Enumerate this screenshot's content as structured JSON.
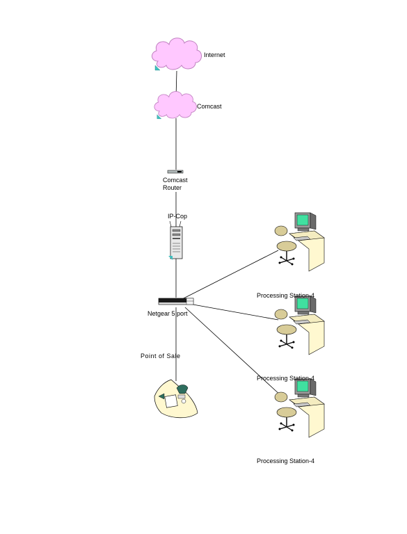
{
  "nodes": {
    "internet": {
      "label": "Internet",
      "icon": "cloud-icon",
      "color": "#ffc8ff"
    },
    "comcast": {
      "label": "Comcast",
      "icon": "cloud-icon",
      "color": "#ffc8ff"
    },
    "comcast_router": {
      "label_line1": "Comcast",
      "label_line2": "Router",
      "icon": "router-icon"
    },
    "ipcop": {
      "label": "IP-Cop",
      "icon": "server-tower-icon"
    },
    "switch": {
      "label": "Netgear 5 port",
      "icon": "network-switch-icon"
    },
    "pos": {
      "label": "Point of Sale",
      "icon": "point-of-sale-desk-icon"
    },
    "stations": [
      {
        "label": "Processing Station-4",
        "icon": "workstation-icon"
      },
      {
        "label": "Processing Station-4",
        "icon": "workstation-icon"
      },
      {
        "label": "Processing Station-4",
        "icon": "workstation-icon"
      }
    ]
  },
  "connections": [
    {
      "from": "Internet",
      "to": "Comcast"
    },
    {
      "from": "Comcast",
      "to": "Comcast Router"
    },
    {
      "from": "Comcast Router",
      "to": "IP-Cop"
    },
    {
      "from": "IP-Cop",
      "to": "Netgear 5 port"
    },
    {
      "from": "Netgear 5 port",
      "to": "Processing Station-4 (1)"
    },
    {
      "from": "Netgear 5 port",
      "to": "Processing Station-4 (2)"
    },
    {
      "from": "Netgear 5 port",
      "to": "Processing Station-4 (3)"
    },
    {
      "from": "Netgear 5 port",
      "to": "Point of Sale"
    }
  ],
  "colors": {
    "cloud_fill": "#ffc8ff",
    "cloud_stroke": "#c080c0",
    "corner_marker": "#40c0c0",
    "monitor_screen": "#40e0a0",
    "desk": "#fff8d0",
    "chair": "#d8cc98",
    "line": "#000000"
  }
}
